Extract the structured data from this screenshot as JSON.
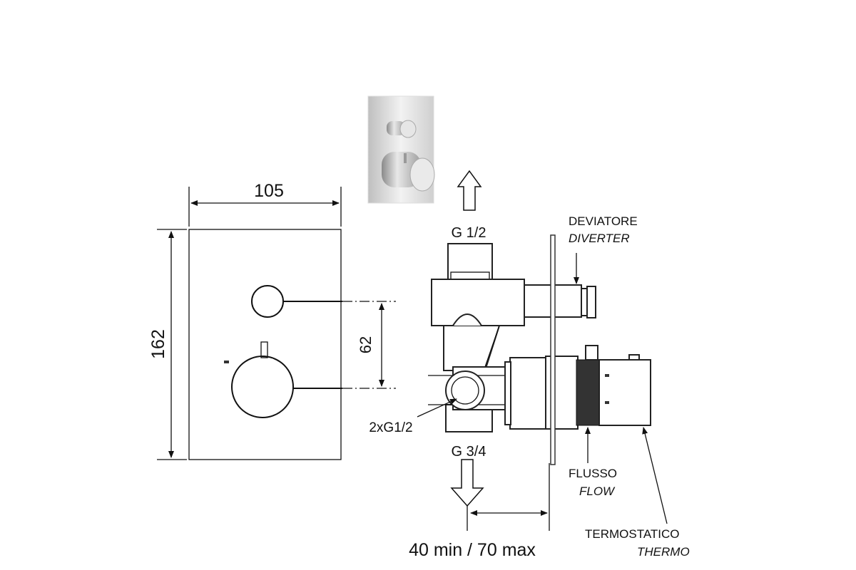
{
  "dimensions": {
    "width": "105",
    "height": "162",
    "spacing": "62",
    "depth": "40 min / 70 max"
  },
  "connections": {
    "top": "G 1/2",
    "bottom": "G 3/4",
    "inlets": "2xG1/2"
  },
  "labels": {
    "diverter_it": "DEVIATORE",
    "diverter_en": "DIVERTER",
    "flow_it": "FLUSSO",
    "flow_en": "FLOW",
    "thermo_it": "TERMOSTATICO",
    "thermo_en": "THERMO"
  }
}
